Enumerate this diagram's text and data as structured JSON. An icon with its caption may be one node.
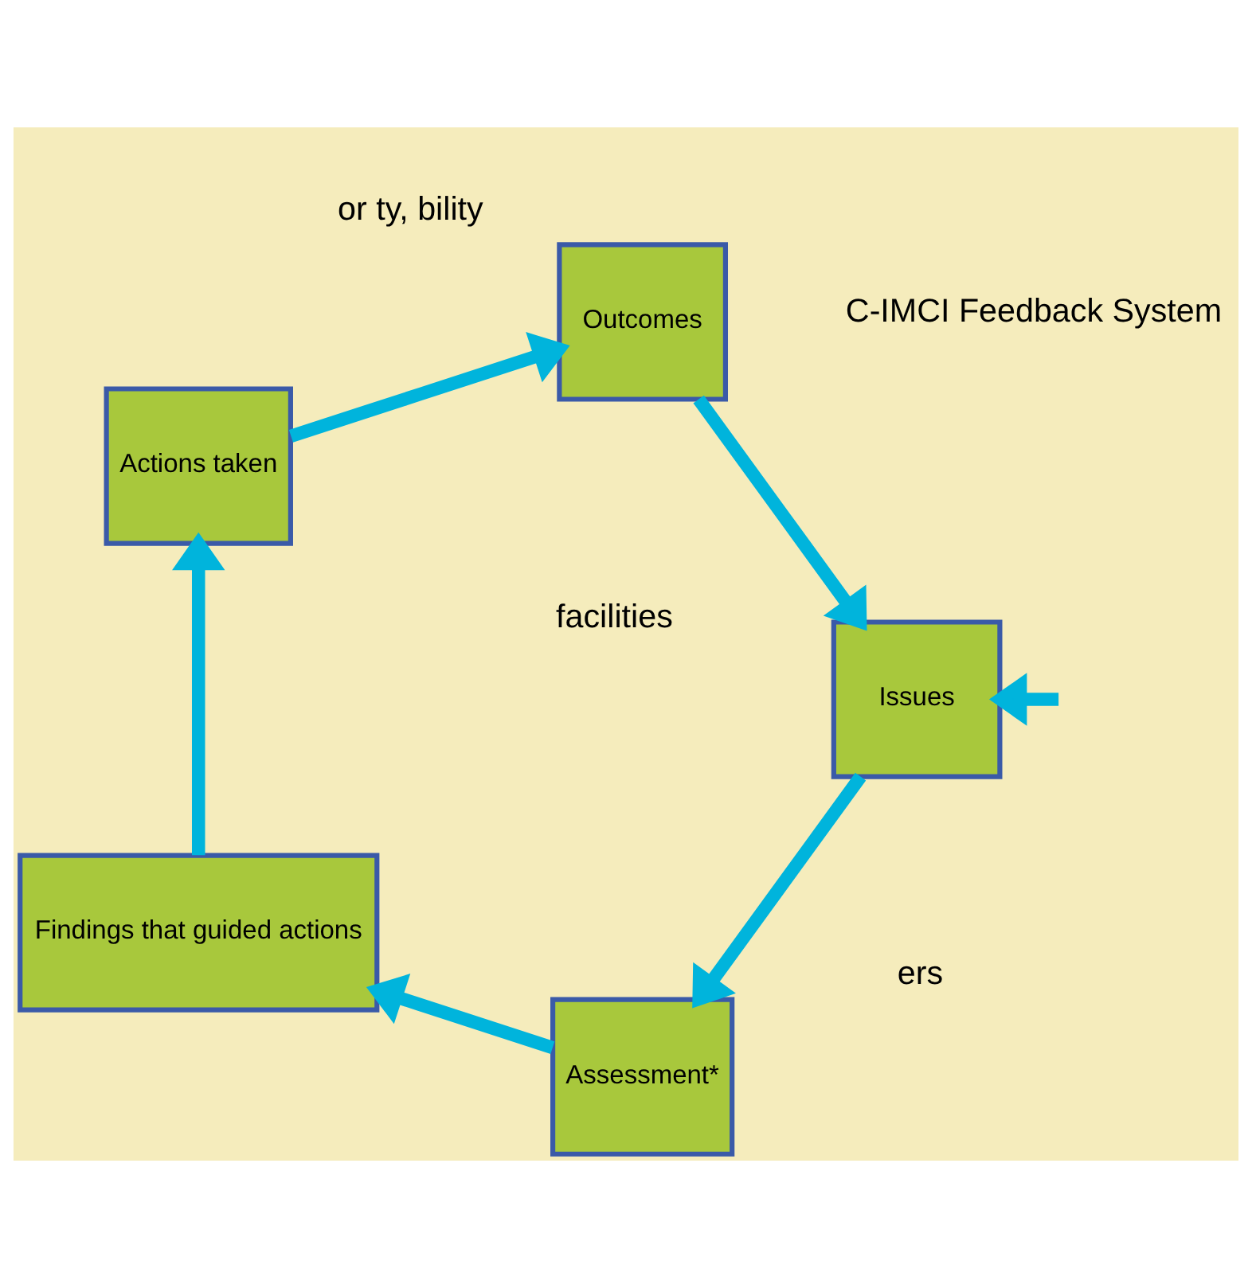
{
  "diagram": {
    "nodes": [
      {
        "text": [
          "Issues"
        ]
      },
      {
        "text": [
          "Assessment*"
        ]
      },
      {
        "text": [
          "Findings that guided actions"
        ]
      },
      {
        "text": [
          "Actions taken"
        ]
      },
      {
        "text": [
          "Outcomes"
        ]
      }
    ],
    "edges": [
      {
        "from": null,
        "to": 0,
        "arrow": "to"
      },
      {
        "from": 0,
        "to": 1,
        "arrow": "to"
      },
      {
        "from": 1,
        "to": 2,
        "arrow": "to"
      },
      {
        "from": 2,
        "to": 3,
        "arrow": "to"
      },
      {
        "from": 3,
        "to": 4,
        "arrow": "to"
      },
      {
        "from": 4,
        "to": 0,
        "arrow": "to"
      }
    ],
    "labels": [
      "facilities",
      "ers",
      "or ty, bility",
      "C-IMCI Feedback System"
    ]
  }
}
